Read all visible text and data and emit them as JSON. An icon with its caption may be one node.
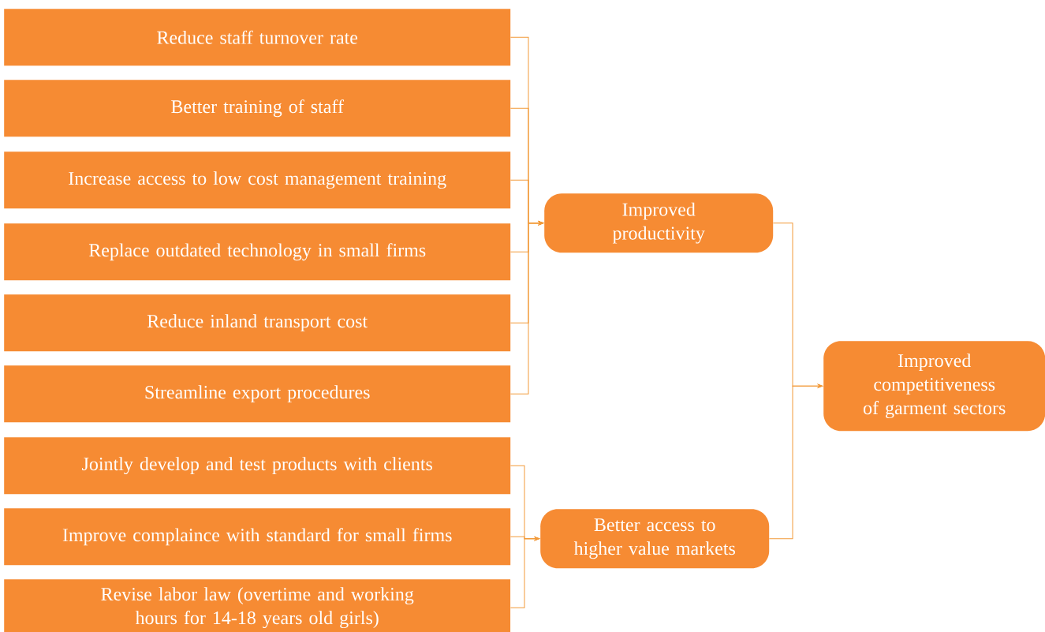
{
  "diagram": {
    "nodes": [
      {
        "text": [
          "Reduce staff turnover rate"
        ]
      },
      {
        "text": [
          "Better training of staff"
        ]
      },
      {
        "text": [
          "Increase access to low cost management training"
        ]
      },
      {
        "text": [
          "Replace outdated technology in small firms"
        ]
      },
      {
        "text": [
          "Reduce inland transport cost"
        ]
      },
      {
        "text": [
          "Streamline export procedures"
        ]
      },
      {
        "text": [
          "Jointly develop and test products with clients"
        ]
      },
      {
        "text": [
          "Improve complaince with standard for small firms"
        ]
      },
      {
        "text": [
          "Revise labor law (overtime and working hours for 14-18 years old girls)"
        ]
      },
      {
        "text": [
          "Improved productivity"
        ]
      },
      {
        "text": [
          "Better access to higher value markets"
        ]
      },
      {
        "text": [
          "Improved competitiveness of garment sectors"
        ]
      }
    ],
    "edges": [
      {
        "from": 0,
        "to": 9,
        "arrow": "to"
      },
      {
        "from": 1,
        "to": 9,
        "arrow": "to"
      },
      {
        "from": 2,
        "to": 9,
        "arrow": "to"
      },
      {
        "from": 3,
        "to": 9,
        "arrow": "to"
      },
      {
        "from": 4,
        "to": 9,
        "arrow": "to"
      },
      {
        "from": 5,
        "to": 9,
        "arrow": "to"
      },
      {
        "from": 6,
        "to": 10,
        "arrow": "to"
      },
      {
        "from": 7,
        "to": 10,
        "arrow": "to"
      },
      {
        "from": 8,
        "to": 10,
        "arrow": "to"
      },
      {
        "from": 9,
        "to": 11,
        "arrow": "to"
      },
      {
        "from": 10,
        "to": 11,
        "arrow": "to"
      }
    ]
  }
}
